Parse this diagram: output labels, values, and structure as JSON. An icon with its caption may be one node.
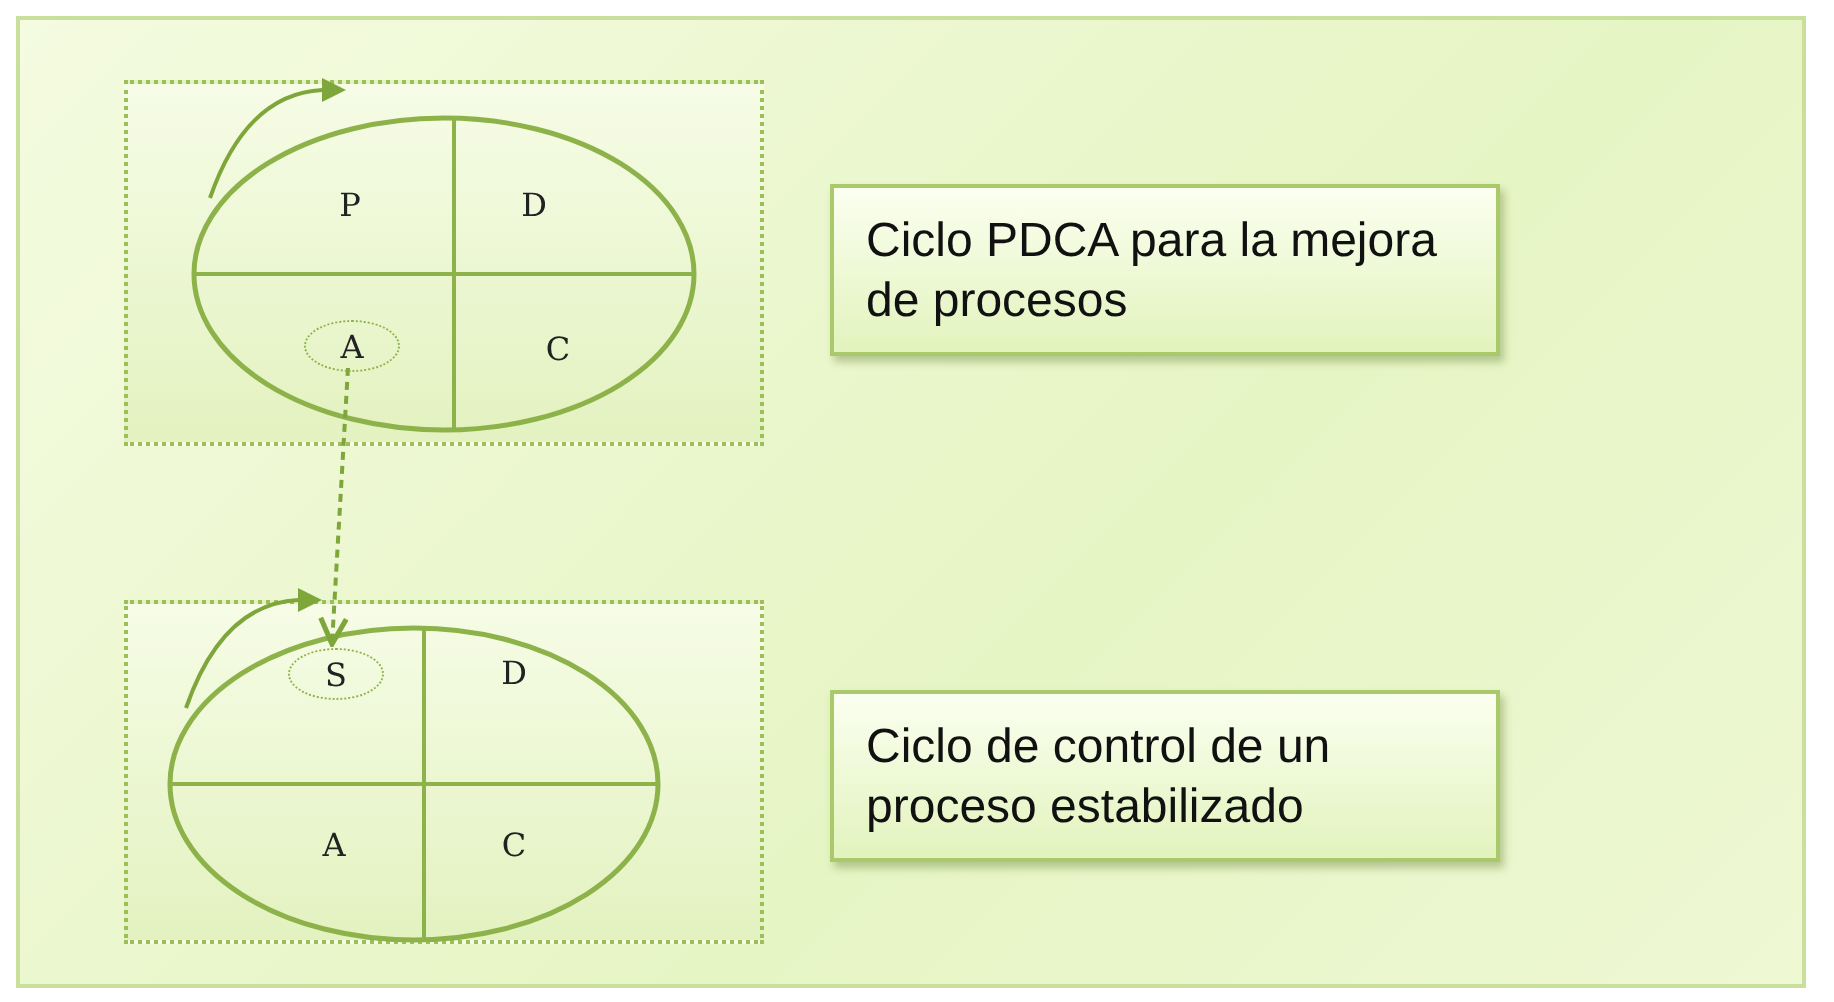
{
  "diagram": {
    "nodes": [
      {
        "text": [],
        "shape": "box"
      },
      {
        "text": [
          "P"
        ],
        "in": 0
      },
      {
        "text": [
          "D"
        ],
        "in": 0
      },
      {
        "text": [
          "A"
        ],
        "in": 0
      },
      {
        "text": [
          "C"
        ],
        "in": 0
      },
      {
        "text": [
          "Ciclo PDCA para la mejora de procesos"
        ]
      },
      {
        "text": [],
        "shape": "box"
      },
      {
        "text": [
          "S"
        ],
        "in": 6
      },
      {
        "text": [
          "D"
        ],
        "in": 6
      },
      {
        "text": [
          "A"
        ],
        "in": 6
      },
      {
        "text": [
          "C"
        ],
        "in": 6
      },
      {
        "text": [
          "Ciclo de control de un proceso estabilizado"
        ]
      }
    ],
    "edges": [
      {
        "from": 3,
        "to": 7,
        "arrow": "to",
        "style": "dashed"
      }
    ]
  }
}
